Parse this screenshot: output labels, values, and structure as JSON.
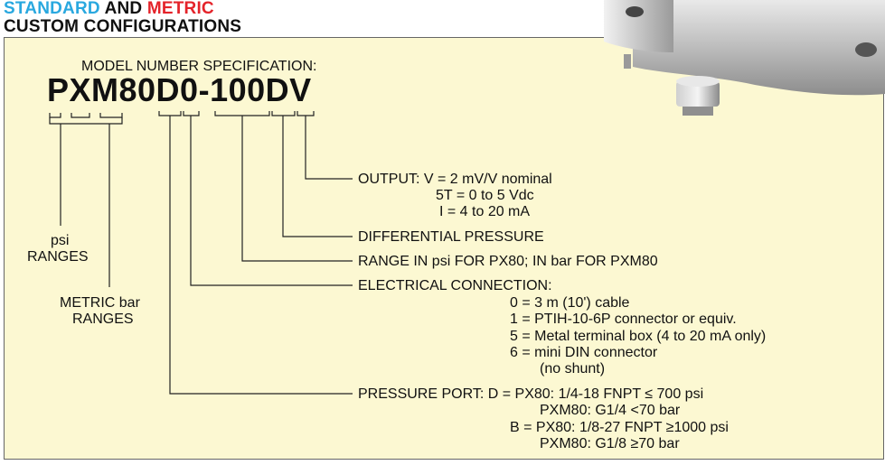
{
  "header": {
    "standard": "STANDARD",
    "and": " AND ",
    "metric": "METRIC",
    "line2": "CUSTOM CONFIGURATIONS"
  },
  "spec_label": "MODEL NUMBER SPECIFICATION:",
  "model_number": "PXM80D0-100DV",
  "left_labels": {
    "psi": "psi",
    "ranges1": "RANGES",
    "metric_bar": "METRIC bar",
    "ranges2": "RANGES"
  },
  "output": {
    "l1": "OUTPUT: V = 2 mV/V nominal",
    "l2": "5T = 0 to 5 Vdc",
    "l3": "I = 4 to 20 mA"
  },
  "differential": "DIFFERENTIAL PRESSURE",
  "range": "RANGE IN psi FOR PX80; IN bar FOR PXM80",
  "electrical": {
    "title": "ELECTRICAL CONNECTION:",
    "o0": "0 = 3 m (10') cable",
    "o1": "1 = PTIH-10-6P connector or equiv.",
    "o5": "5 = Metal terminal box (4 to 20 mA only)",
    "o6": "6 = mini DIN connector",
    "o6b": "(no shunt)"
  },
  "pressure_port": {
    "l1": "PRESSURE PORT: D = PX80: 1/4-18 FNPT ≤ 700 psi",
    "l2": "PXM80: G1/4 <70 bar",
    "l3": "B = PX80: 1/8-27 FNPT ≥1000 psi",
    "l4": "PXM80: G1/8 ≥70 bar"
  },
  "colors": {
    "standard": "#29a8df",
    "metric": "#e4232a",
    "panel": "#fcf8d2"
  }
}
